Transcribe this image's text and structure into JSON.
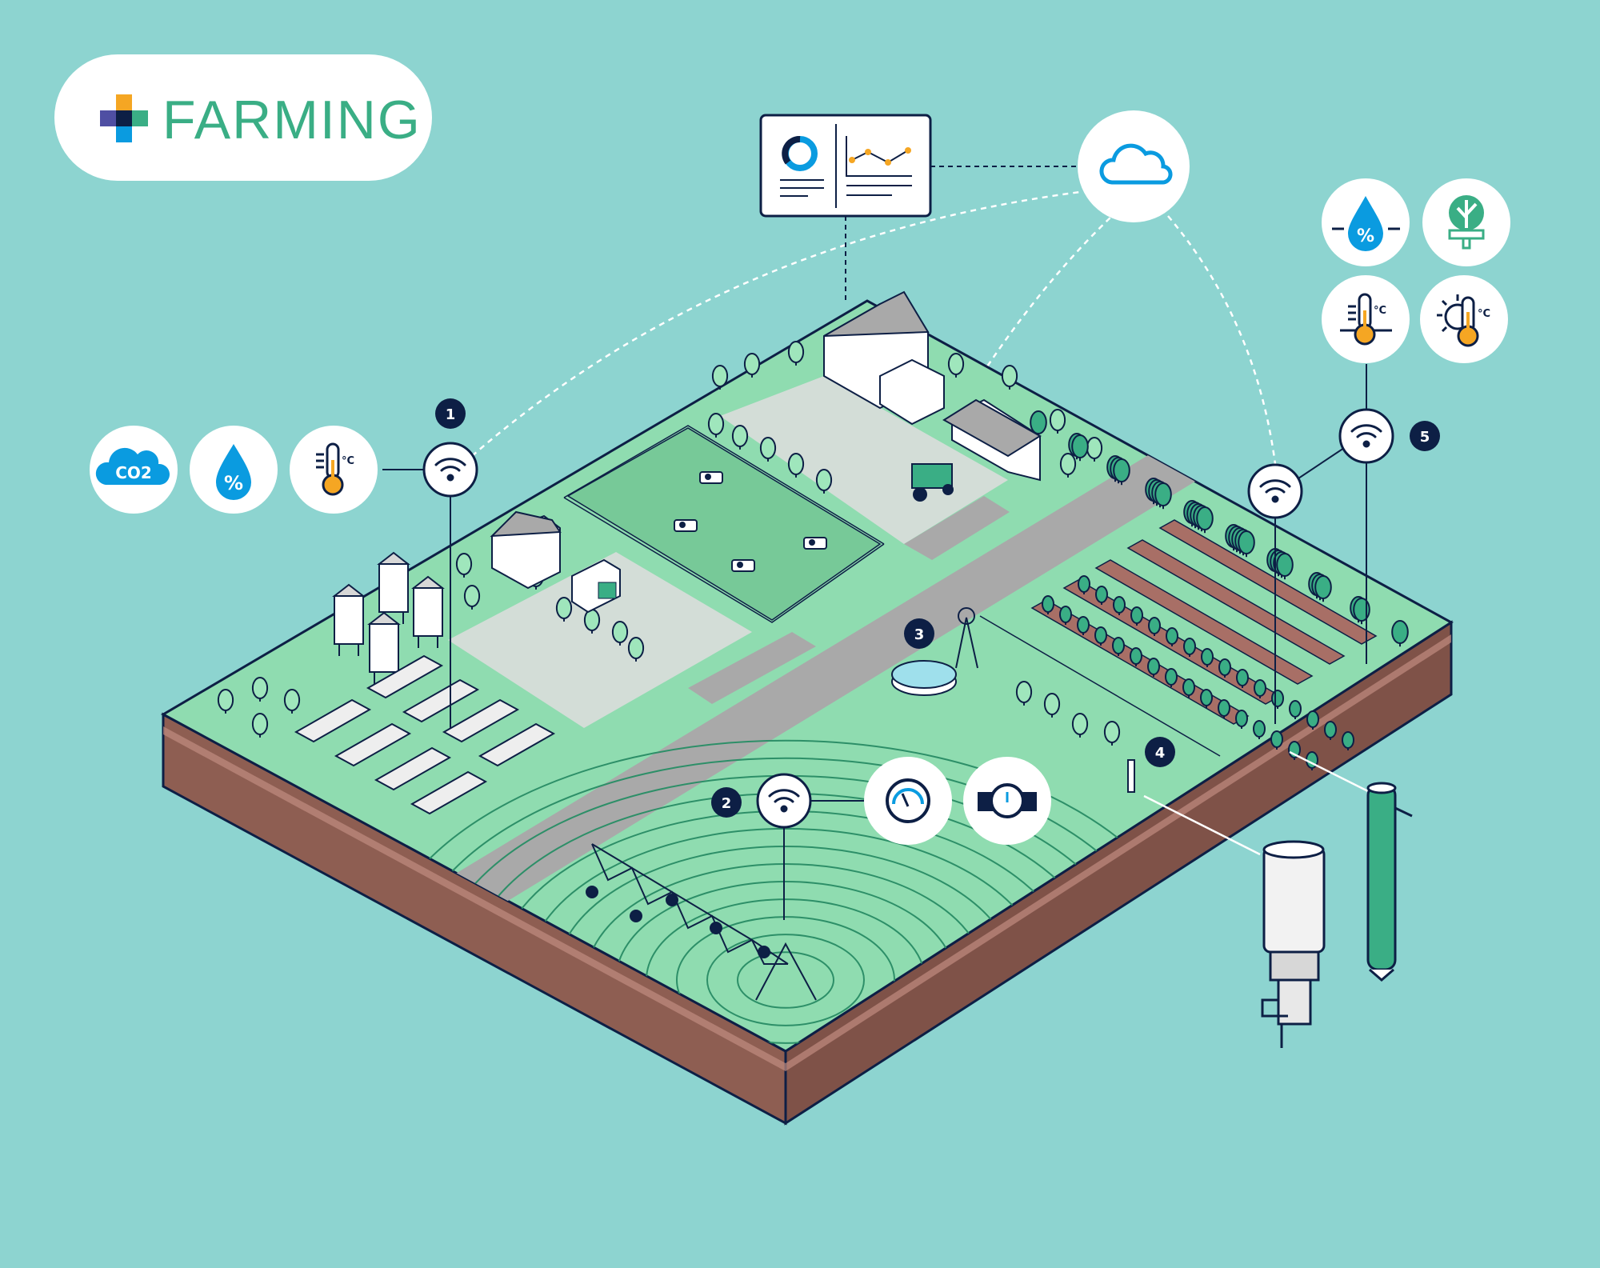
{
  "logo": {
    "text": "FARMING",
    "colors": [
      "#f5a623",
      "#4f4fa3",
      "#0d1f45",
      "#3aae85",
      "#0a9be0"
    ]
  },
  "colors": {
    "background": "#8dd4d0",
    "field": "#8fdcb0",
    "paddock": "#77c998",
    "soil": "#9b6a5e",
    "road": "#a9a9a9",
    "navy": "#0d1f45",
    "blue": "#0a9be0",
    "orange": "#f5a623",
    "green": "#3aae85"
  },
  "sensor_group_1": {
    "co2_label": "CO2",
    "humidity_label": "%",
    "temperature_unit": "°C",
    "badge": "1"
  },
  "sensor_group_2": {
    "badge": "2",
    "icons": [
      "pressure-gauge-icon",
      "flow-meter-icon"
    ]
  },
  "sensor_group_3": {
    "badge": "3"
  },
  "sensor_group_4": {
    "badge": "4"
  },
  "sensor_group_5": {
    "badge": "5",
    "humidity_label": "%",
    "soil_temperature_unit": "°C",
    "air_temperature_unit": "°C",
    "icons": [
      "soil-moisture-icon",
      "plant-growth-icon",
      "soil-temperature-icon",
      "sun-temperature-icon"
    ]
  },
  "cloud": {
    "icon": "cloud-icon"
  },
  "dashboard": {
    "icons": [
      "donut-chart-icon",
      "line-chart-icon"
    ]
  }
}
